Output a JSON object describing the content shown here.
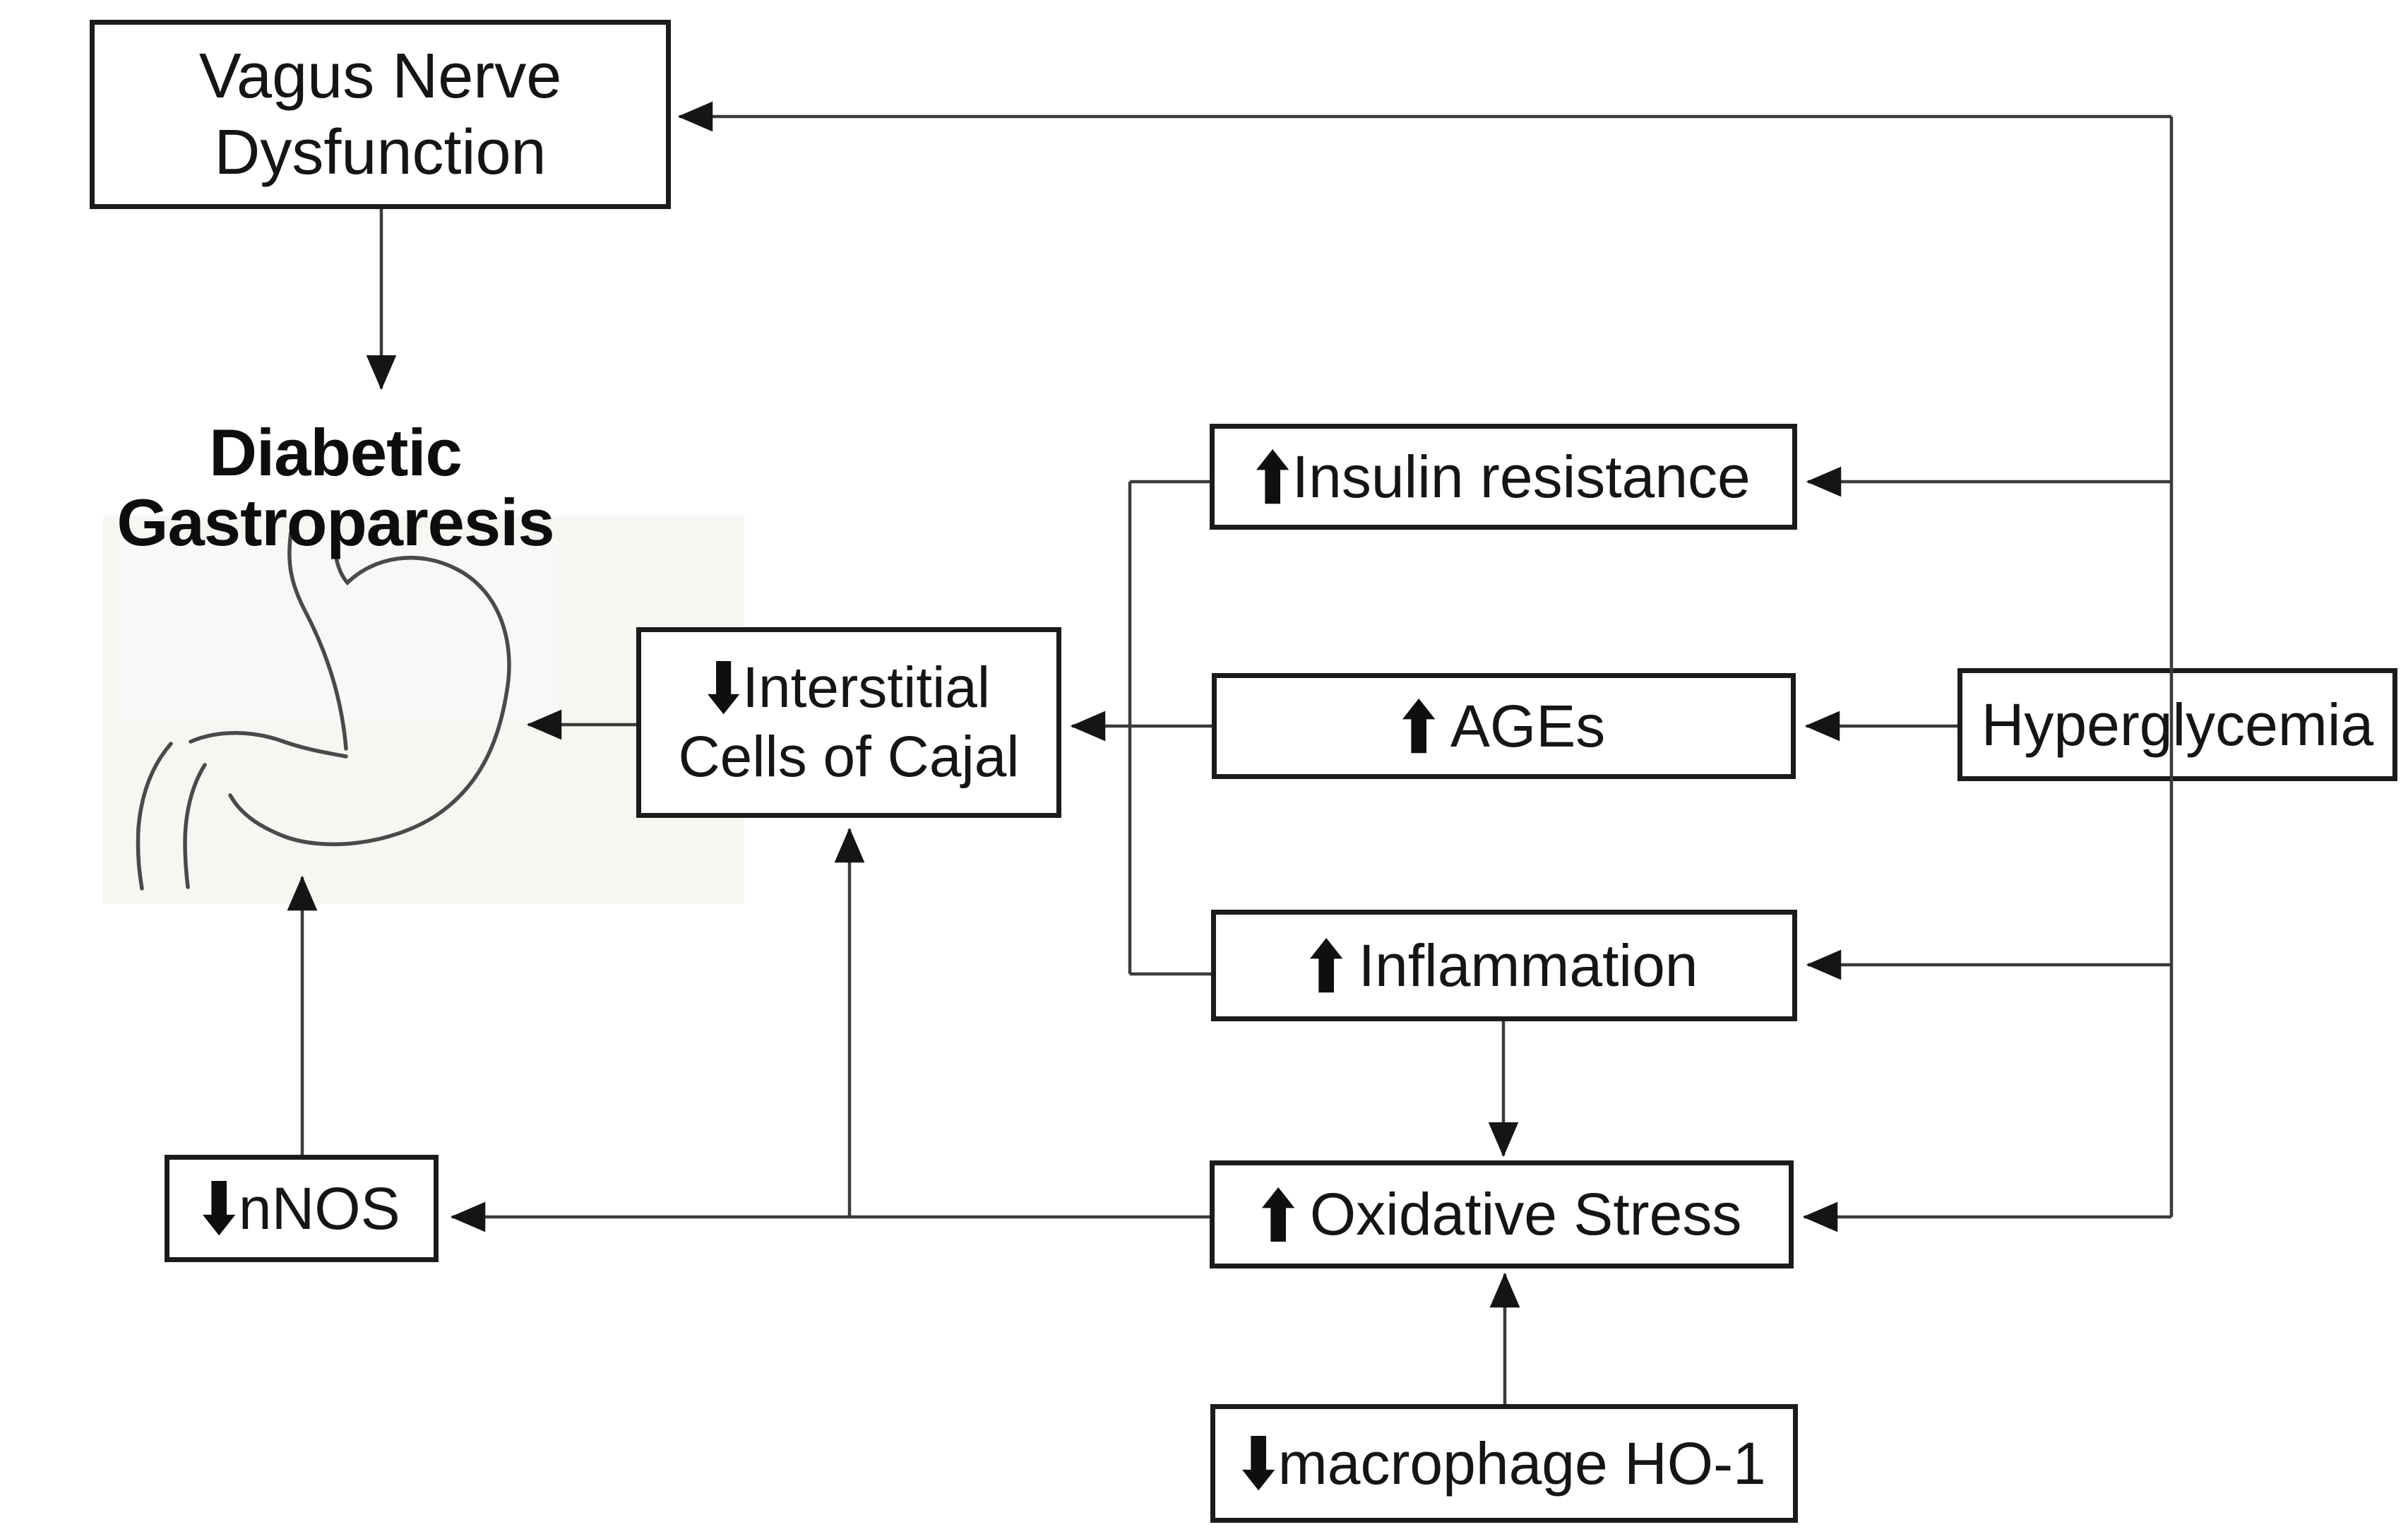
{
  "title": {
    "label": "Diabetic Gastroparesis"
  },
  "nodes": {
    "vagus": {
      "line1": "Vagus Nerve",
      "line2": "Dysfunction"
    },
    "insulin": {
      "trend": "up",
      "label": "Insulin resistance"
    },
    "ages": {
      "trend": "up",
      "label": "AGEs"
    },
    "hyperglycemia": {
      "label": "Hyperglycemia"
    },
    "icc": {
      "trend": "down",
      "line1": "Interstitial",
      "line2": "Cells of Cajal"
    },
    "inflammation": {
      "trend": "up",
      "label": "Inflammation"
    },
    "oxidative_stress": {
      "trend": "up",
      "label": "Oxidative Stress"
    },
    "nnos": {
      "trend": "down",
      "label": "nNOS"
    },
    "macrophage_ho1": {
      "trend": "down",
      "label": "macrophage HO-1"
    }
  },
  "illustration": {
    "name": "stomach-sketch"
  },
  "edges": [
    {
      "from": "Hyperglycemia",
      "to": "Vagus Nerve Dysfunction"
    },
    {
      "from": "Vagus Nerve Dysfunction",
      "to": "Diabetic Gastroparesis"
    },
    {
      "from": "Hyperglycemia",
      "to": "Insulin resistance"
    },
    {
      "from": "Hyperglycemia",
      "to": "AGEs"
    },
    {
      "from": "Hyperglycemia",
      "to": "Inflammation"
    },
    {
      "from": "Hyperglycemia",
      "to": "Oxidative Stress"
    },
    {
      "from": "Insulin resistance",
      "to": "Interstitial Cells of Cajal"
    },
    {
      "from": "AGEs",
      "to": "Interstitial Cells of Cajal"
    },
    {
      "from": "Inflammation",
      "to": "Interstitial Cells of Cajal"
    },
    {
      "from": "Inflammation",
      "to": "Oxidative Stress"
    },
    {
      "from": "macrophage HO-1",
      "to": "Oxidative Stress"
    },
    {
      "from": "Oxidative Stress",
      "to": "nNOS"
    },
    {
      "from": "Oxidative Stress",
      "to": "Interstitial Cells of Cajal"
    },
    {
      "from": "nNOS",
      "to": "stomach"
    },
    {
      "from": "Interstitial Cells of Cajal",
      "to": "stomach"
    }
  ],
  "colors": {
    "line": "#3b3b3b",
    "arrowhead": "#151515",
    "box_border": "#1b1b1b",
    "text": "#151515",
    "stomach_wash": "#f7f6f3",
    "background": "#ffffff"
  }
}
